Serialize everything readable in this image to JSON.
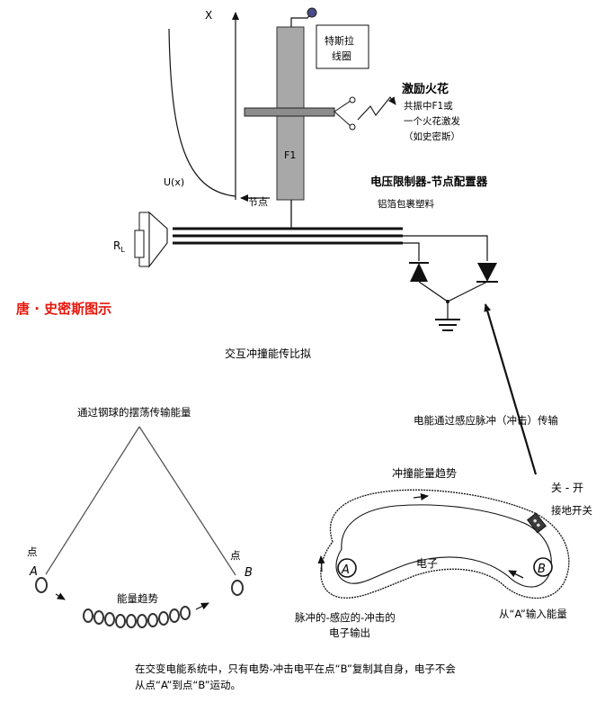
{
  "top_diagram": {
    "axis_x_label": "X",
    "axis_u_label": "U(x)",
    "node_label": "节点",
    "tesla_coil_line1": "特斯拉",
    "tesla_coil_line2": "线圈",
    "f1_label": "F1",
    "spark_title": "激励火花",
    "spark_line1": "共振中F1或",
    "spark_line2": "一个火花激发",
    "spark_line3": "（如史密斯）",
    "limiter_title": "电压限制器-节点配置器",
    "foil_label": "铝箔包裹塑料",
    "resistor_label": "R",
    "resistor_sub": "L",
    "attribution": "唐 · 史密斯图示"
  },
  "middle": {
    "interaction_label": "交互冲撞能传比拟",
    "induction_label": "电能通过感应脉冲（冲击）传输"
  },
  "pendulum": {
    "title": "通过钢球的摆荡传输能量",
    "point_label_left": "点",
    "point_letter_a": "A",
    "point_label_right": "点",
    "point_letter_b": "B",
    "trend_label": "能量趋势"
  },
  "loop": {
    "trend_label": "冲撞能量趋势",
    "switch_line1": "关 - 开",
    "switch_line2": "接地开关",
    "point_a": "A",
    "point_b": "B",
    "electron_label": "电子",
    "output_line1": "脉冲的-感应的-冲击的",
    "output_line2": "电子输出",
    "input_label": "从“A”输入能量"
  },
  "footer": {
    "line1": "在交变电能系统中，只有电势-冲击电平在点“B”复制其自身，电子不会",
    "line2": "从点“A”到点“B”运动。"
  },
  "colors": {
    "attribution": "#e8160c",
    "ink": "#111111",
    "coil_fill": "#a8a8a8",
    "diode": "#111111"
  }
}
